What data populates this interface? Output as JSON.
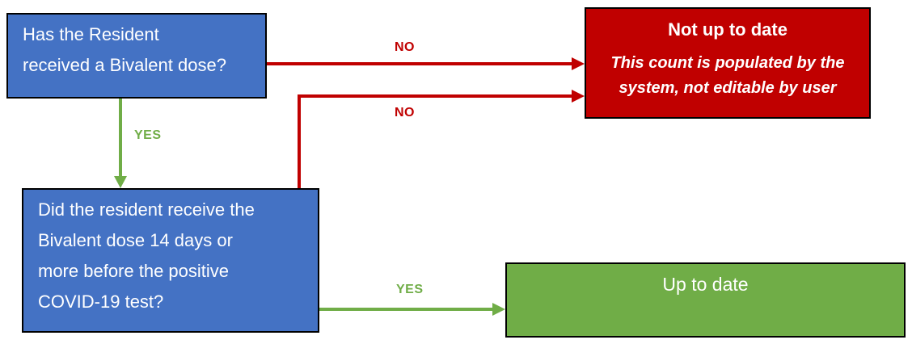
{
  "diagram": {
    "nodes": {
      "q1": {
        "text": "Has the Resident\nreceived a Bivalent dose?"
      },
      "q2": {
        "text": "Did the resident receive the\nBivalent dose 14 days or\nmore before the positive\nCOVID-19 test?"
      },
      "not_up_to_date": {
        "title": "Not up to date",
        "subtitle": "This count is populated by the\nsystem, not editable by user"
      },
      "up_to_date": {
        "text": "Up to date"
      }
    },
    "edges": {
      "q1_no_label": "NO",
      "q2_no_label": "NO",
      "q1_yes_label": "YES",
      "q2_yes_label": "YES"
    }
  },
  "colors": {
    "node-blue": "#4472C4",
    "node-red": "#C00000",
    "node-green": "#70AD47",
    "arrow-red": "#C00000",
    "arrow-green": "#70AD47",
    "border-black": "#000000",
    "text-white": "#FFFFFF"
  }
}
